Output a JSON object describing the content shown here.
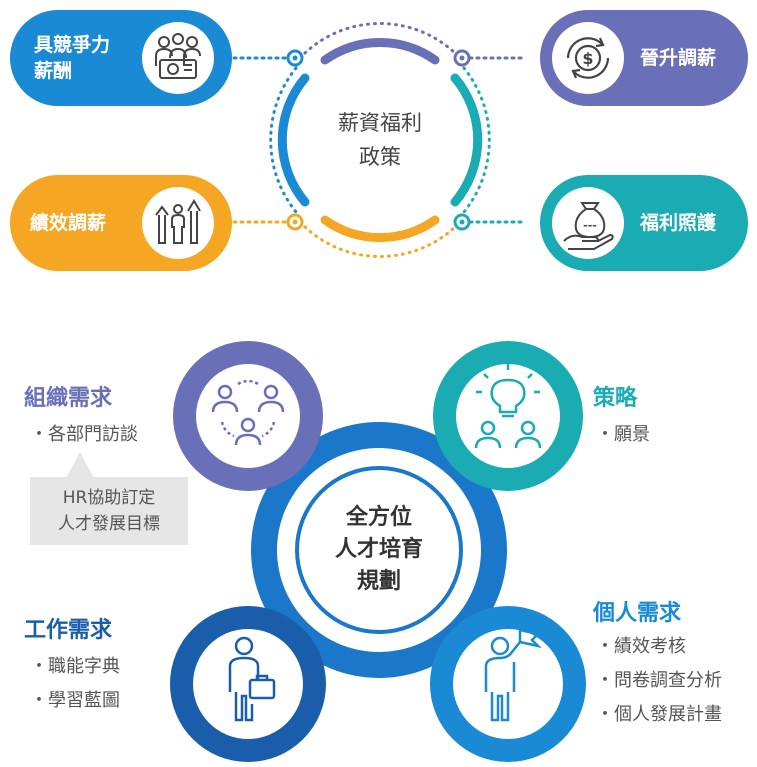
{
  "top": {
    "center_title": "薪資福利政策",
    "center_lines": [
      "薪資福利",
      "政策"
    ],
    "pills": [
      {
        "lines": [
          "具競爭力",
          "薪酬"
        ],
        "icon": "people-money-icon",
        "color": "#1a8ad4"
      },
      {
        "lines": [
          "晉升調薪"
        ],
        "icon": "dollar-cycle-icon",
        "color": "#6a70b8"
      },
      {
        "lines": [
          "績效調薪"
        ],
        "icon": "people-arrows-up-icon",
        "color": "#f5a623"
      },
      {
        "lines": [
          "福利照護"
        ],
        "icon": "hand-money-bag-icon",
        "color": "#1aabb3"
      }
    ]
  },
  "bottom": {
    "core_lines": [
      "全方位",
      "人才培育",
      "規劃"
    ],
    "org": {
      "title": "組織需求",
      "items": [
        "・各部門訪談"
      ],
      "icon": "team-circle-icon",
      "color": "#6a70b8"
    },
    "callout": [
      "HR協助訂定",
      "人才發展目標"
    ],
    "strategy": {
      "title": "策略",
      "items": [
        "・願景"
      ],
      "icon": "lightbulb-people-icon",
      "color": "#1aabb3"
    },
    "job": {
      "title": "工作需求",
      "items": [
        "・職能字典",
        "・學習藍圖"
      ],
      "icon": "person-briefcase-icon",
      "color": "#1a5eab"
    },
    "personal": {
      "title": "個人需求",
      "items": [
        "・績效考核",
        "・問卷調查分析",
        "・個人發展計畫"
      ],
      "icon": "person-flag-icon",
      "color": "#1a8ad4"
    }
  }
}
